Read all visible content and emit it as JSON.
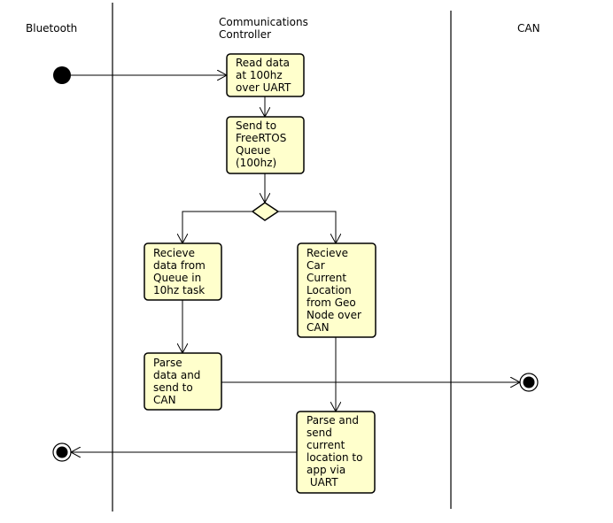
{
  "swimlanes": {
    "bluetooth": "Bluetooth",
    "comm_line1": "Communications",
    "comm_line2": "Controller",
    "can": "CAN"
  },
  "activities": {
    "read_data": [
      "Read data",
      "at 100hz",
      "over UART"
    ],
    "send_queue": [
      "Send to",
      "FreeRTOS",
      "Queue",
      "(100hz)"
    ],
    "receive_queue": [
      "Recieve",
      "data from",
      "Queue in",
      "10hz task"
    ],
    "receive_location": [
      "Recieve",
      "Car",
      "Current",
      "Location",
      "from Geo",
      "Node over",
      "CAN"
    ],
    "parse_send_can": [
      "Parse",
      "data and",
      "send to",
      "CAN"
    ],
    "parse_send_location": [
      "Parse and",
      "send",
      "current",
      "location to",
      "app via",
      " UART"
    ]
  },
  "colors": {
    "activity_fill": "#FFFFCC",
    "stroke": "#000000"
  }
}
